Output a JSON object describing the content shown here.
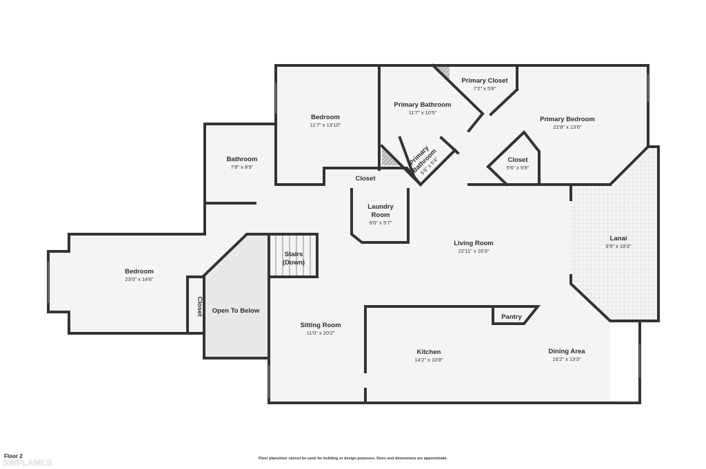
{
  "floor_label": "Floor 2",
  "disclaimer": "Floor plans/tour cannot be used for building or design purposes. Sizes and dimensions are approximate.",
  "watermark": "SWFLAMLS",
  "rooms": {
    "bedroom_left": {
      "name": "Bedroom",
      "dims": "23'0\" x 14'6\""
    },
    "closet_left": {
      "name": "Closet"
    },
    "open_below": {
      "name": "Open To Below"
    },
    "bathroom": {
      "name": "Bathroom",
      "dims": "7'8\" x 8'9\""
    },
    "bedroom_top": {
      "name": "Bedroom",
      "dims": "11'7\" x 13'10\""
    },
    "closet_mid": {
      "name": "Closet"
    },
    "laundry": {
      "name_line1": "Laundry",
      "name_line2": "Room",
      "dims": "6'0\" x 5'7\""
    },
    "stairs": {
      "name_line1": "Stairs",
      "name_line2": "(Down)"
    },
    "primary_bath": {
      "name": "Primary Bathroom",
      "dims": "11'7\" x 10'5\""
    },
    "primary_bath_small": {
      "name_line1": "Primary",
      "name_line2": "Bathroom",
      "dims": "5'6\" x 5'4\""
    },
    "primary_closet": {
      "name": "Primary Closet",
      "dims": "7'2\" x 5'8\""
    },
    "primary_bedroom": {
      "name": "Primary Bedroom",
      "dims": "22'8\" x 13'6\""
    },
    "closet_right": {
      "name": "Closet",
      "dims": "5'6\" x 5'8\""
    },
    "lanai": {
      "name": "Lanai",
      "dims": "9'9\" x 19'3\""
    },
    "living": {
      "name": "Living Room",
      "dims": "22'11\" x 16'3\""
    },
    "sitting": {
      "name": "Sitting Room",
      "dims": "11'0\" x 20'2\""
    },
    "kitchen": {
      "name": "Kitchen",
      "dims": "14'2\" x 10'8\""
    },
    "dining": {
      "name": "Dining Area",
      "dims": "16'2\" x 13'3\""
    },
    "pantry": {
      "name": "Pantry"
    }
  }
}
